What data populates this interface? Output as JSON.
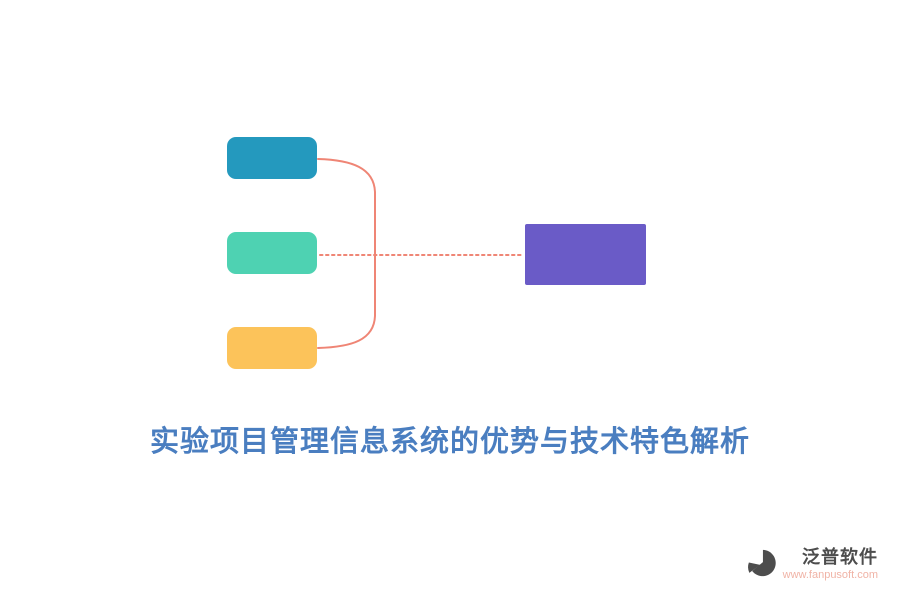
{
  "title": "实验项目管理信息系统的优势与技术特色解析",
  "diagram": {
    "type": "mindmap",
    "nodes": [
      {
        "id": "left-top",
        "label": "",
        "color": "#2499be",
        "shape": "rounded-rect"
      },
      {
        "id": "left-middle",
        "label": "",
        "color": "#4ed2b2",
        "shape": "rounded-rect"
      },
      {
        "id": "left-bottom",
        "label": "",
        "color": "#fcc35a",
        "shape": "rounded-rect"
      },
      {
        "id": "right",
        "label": "",
        "color": "#6a5bc7",
        "shape": "rect"
      }
    ],
    "connections": [
      {
        "from": "left-top",
        "to": "bracket",
        "style": "solid-curve",
        "color": "#ef8575"
      },
      {
        "from": "left-bottom",
        "to": "bracket",
        "style": "solid-curve",
        "color": "#ef8575"
      },
      {
        "from": "left-middle",
        "to": "right",
        "style": "dotted-line",
        "color": "#ef8575"
      }
    ],
    "connector_color": "#ef8575"
  },
  "footer": {
    "logo_text": "泛普软件",
    "website": "www.fanpusoft.com",
    "brand_color": "#4d4d4d",
    "website_color": "#f0b3a6"
  },
  "colors": {
    "background": "#ffffff",
    "title": "#4a7ec0"
  }
}
